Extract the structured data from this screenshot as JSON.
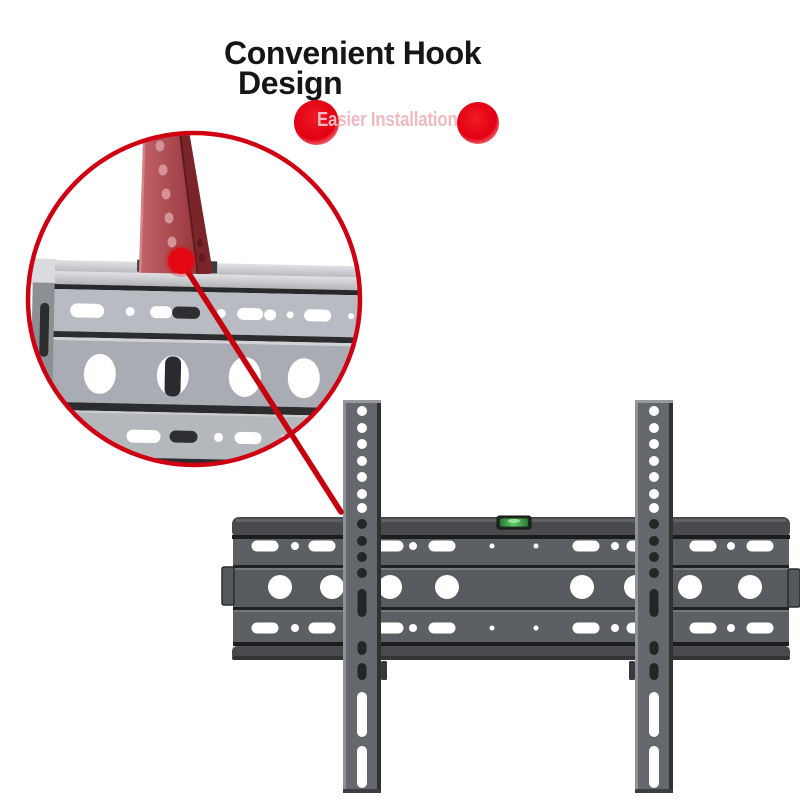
{
  "title": {
    "line1": "Convenient Hook",
    "line2": "Design"
  },
  "badge": {
    "text": "Easier Installation"
  },
  "colors": {
    "background": "#ffffff",
    "title_black": "#161616",
    "accent_red": "#e30613",
    "callout_line_red": "#c7000e",
    "magnifier_ring_red": "#d00013",
    "badge_dot_red": "#e20012",
    "badge_text_pink": "#f2bac0",
    "hook_red": "#a13a40",
    "zoom_plate_light_gray": "#b8bbc1",
    "product_band_gray": "#5c6064",
    "product_rail_gray": "#484a4e",
    "bracket_gray": "#64686c",
    "level_green": "#4db354"
  }
}
